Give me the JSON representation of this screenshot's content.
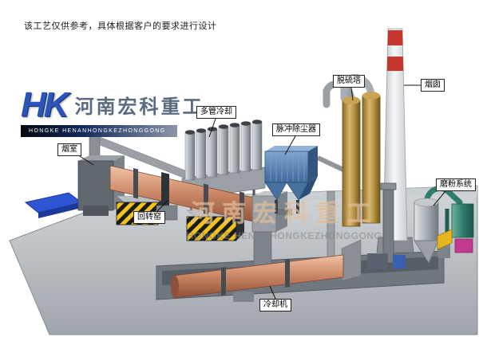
{
  "disclaimer": "该工艺仅供参考，具体根据客户的要求进行设计",
  "logo": {
    "monogram": "HK",
    "cn": "河南宏科重工",
    "en": "HONGKE HENANHONGKEZHONGGONG"
  },
  "watermark": {
    "cn": "河南宏科重工",
    "en": "HONGKE HENANHONGKEZHONGGONG"
  },
  "labels": {
    "smoke_chamber": "烟室",
    "multi_tube_cooler": "多管冷却",
    "pulse_dust_collector": "脉冲除尘器",
    "desulfurization_tower": "脱硫塔",
    "chimney": "烟囱",
    "grinding_system": "磨粉系统",
    "rotary_kiln": "回转窑",
    "cooling_machine": "冷却机"
  },
  "colors": {
    "kiln": "#cd8a68",
    "platform": "#b8bec3",
    "dust_collector": "#4e7dad",
    "tower": "#b08c3e",
    "chimney_band": "#c5372c",
    "mill_teal": "#2f7d6d",
    "hazard_yellow": "#f2c21d",
    "pad_blue": "#2f54d4",
    "logo_blue": "#2b55b8"
  }
}
